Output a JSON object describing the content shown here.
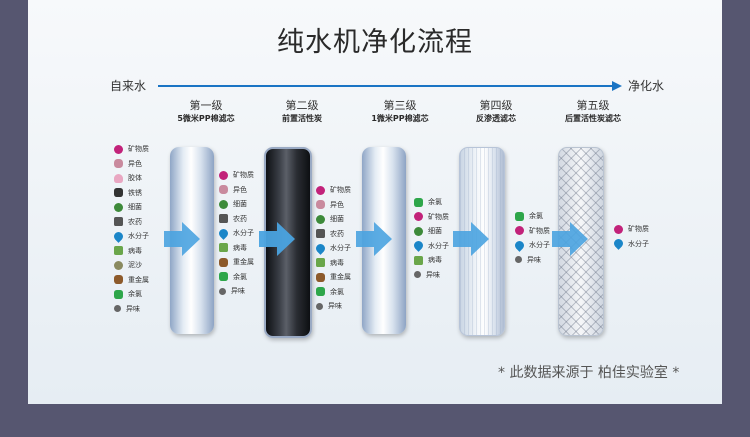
{
  "title": "纯水机净化流程",
  "flow": {
    "start": "自来水",
    "end": "净化水"
  },
  "stages": [
    {
      "name": "第一级",
      "desc": "5微米PP棉滤芯"
    },
    {
      "name": "第二级",
      "desc": "前置活性炭"
    },
    {
      "name": "第三级",
      "desc": "1微米PP棉滤芯"
    },
    {
      "name": "第四级",
      "desc": "反渗透滤芯"
    },
    {
      "name": "第五级",
      "desc": "后置活性炭滤芯"
    }
  ],
  "contaminants": [
    [
      {
        "icon": "mineral-icon",
        "label": "矿物质"
      },
      {
        "icon": "rust-icon",
        "label": "异色"
      },
      {
        "icon": "colloid-icon",
        "label": "胶体"
      },
      {
        "icon": "iron-icon",
        "label": "铁锈"
      },
      {
        "icon": "bacteria-icon",
        "label": "细菌"
      },
      {
        "icon": "pesticide-icon",
        "label": "农药"
      },
      {
        "icon": "water-molecule-icon",
        "label": "水分子"
      },
      {
        "icon": "virus-icon",
        "label": "病毒"
      },
      {
        "icon": "sediment-icon",
        "label": "泥沙"
      },
      {
        "icon": "heavy-metal-icon",
        "label": "重金属"
      },
      {
        "icon": "chlorine-icon",
        "label": "余氯"
      },
      {
        "icon": "odor-icon",
        "label": "异味"
      }
    ],
    [
      {
        "icon": "mineral-icon",
        "label": "矿物质"
      },
      {
        "icon": "rust-icon",
        "label": "异色"
      },
      {
        "icon": "bacteria-icon",
        "label": "细菌"
      },
      {
        "icon": "pesticide-icon",
        "label": "农药"
      },
      {
        "icon": "water-molecule-icon",
        "label": "水分子"
      },
      {
        "icon": "virus-icon",
        "label": "病毒"
      },
      {
        "icon": "heavy-metal-icon",
        "label": "重金属"
      },
      {
        "icon": "chlorine-icon",
        "label": "余氯"
      },
      {
        "icon": "odor-icon",
        "label": "异味"
      }
    ],
    [
      {
        "icon": "mineral-icon",
        "label": "矿物质"
      },
      {
        "icon": "rust-icon",
        "label": "异色"
      },
      {
        "icon": "bacteria-icon",
        "label": "细菌"
      },
      {
        "icon": "pesticide-icon",
        "label": "农药"
      },
      {
        "icon": "water-molecule-icon",
        "label": "水分子"
      },
      {
        "icon": "virus-icon",
        "label": "病毒"
      },
      {
        "icon": "heavy-metal-icon",
        "label": "重金属"
      },
      {
        "icon": "chlorine-icon",
        "label": "余氯"
      },
      {
        "icon": "odor-icon",
        "label": "异味"
      }
    ],
    [
      {
        "icon": "chlorine-icon",
        "label": "余氯"
      },
      {
        "icon": "mineral-icon",
        "label": "矿物质"
      },
      {
        "icon": "bacteria-icon",
        "label": "细菌"
      },
      {
        "icon": "water-molecule-icon",
        "label": "水分子"
      },
      {
        "icon": "virus-icon",
        "label": "病毒"
      },
      {
        "icon": "odor-icon",
        "label": "异味"
      }
    ],
    [
      {
        "icon": "chlorine-icon",
        "label": "余氯"
      },
      {
        "icon": "mineral-icon",
        "label": "矿物质"
      },
      {
        "icon": "water-molecule-icon",
        "label": "水分子"
      },
      {
        "icon": "odor-icon",
        "label": "异味"
      }
    ],
    [
      {
        "icon": "mineral-icon",
        "label": "矿物质"
      },
      {
        "icon": "water-molecule-icon",
        "label": "水分子"
      }
    ]
  ],
  "footnote": "* 此数据来源于 柏佳实验室 *",
  "colors": {
    "flow_arrow": "#1a74c4",
    "filter_arrow": "#4aa3e0",
    "background": "#565670"
  }
}
